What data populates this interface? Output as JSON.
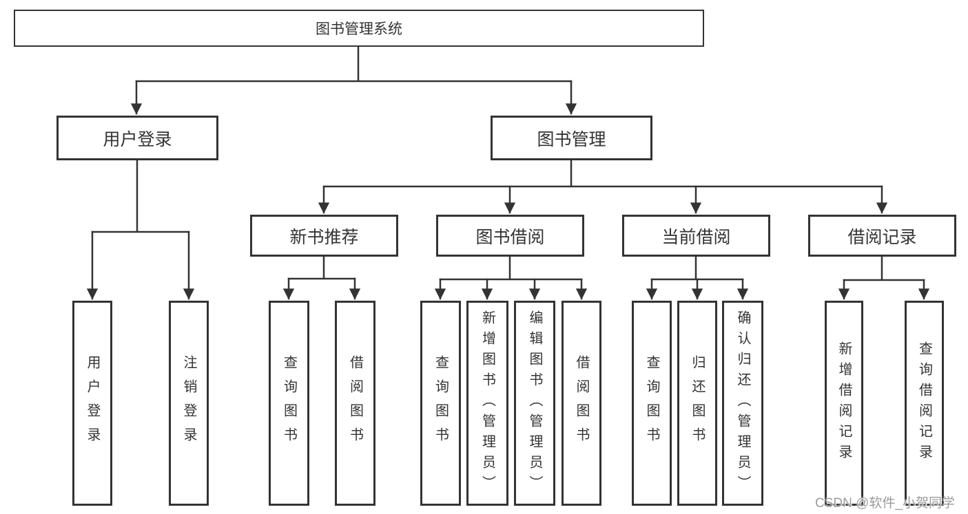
{
  "diagram": {
    "tree": {
      "label": "图书管理系统",
      "children": [
        {
          "label": "用户登录",
          "children": [
            {
              "label": "用户登录"
            },
            {
              "label": "注销登录"
            }
          ]
        },
        {
          "label": "图书管理",
          "children": [
            {
              "label": "新书推荐",
              "children": [
                {
                  "label": "查询图书"
                },
                {
                  "label": "借阅图书"
                }
              ]
            },
            {
              "label": "图书借阅",
              "children": [
                {
                  "label": "查询图书"
                },
                {
                  "label": "新增图书（管理员）"
                },
                {
                  "label": "编辑图书（管理员）"
                },
                {
                  "label": "借阅图书"
                }
              ]
            },
            {
              "label": "当前借阅",
              "children": [
                {
                  "label": "查询图书"
                },
                {
                  "label": "归还图书"
                },
                {
                  "label": "确认归还（管理员）"
                }
              ]
            },
            {
              "label": "借阅记录",
              "children": [
                {
                  "label": "新增借阅记录"
                },
                {
                  "label": "查询借阅记录"
                }
              ]
            }
          ]
        }
      ]
    },
    "watermark": "CSDN @软件_小贺同学",
    "colors": {
      "line": "#333333",
      "text": "#333333",
      "watermark": "#9b9b9b",
      "background": "#ffffff"
    }
  }
}
